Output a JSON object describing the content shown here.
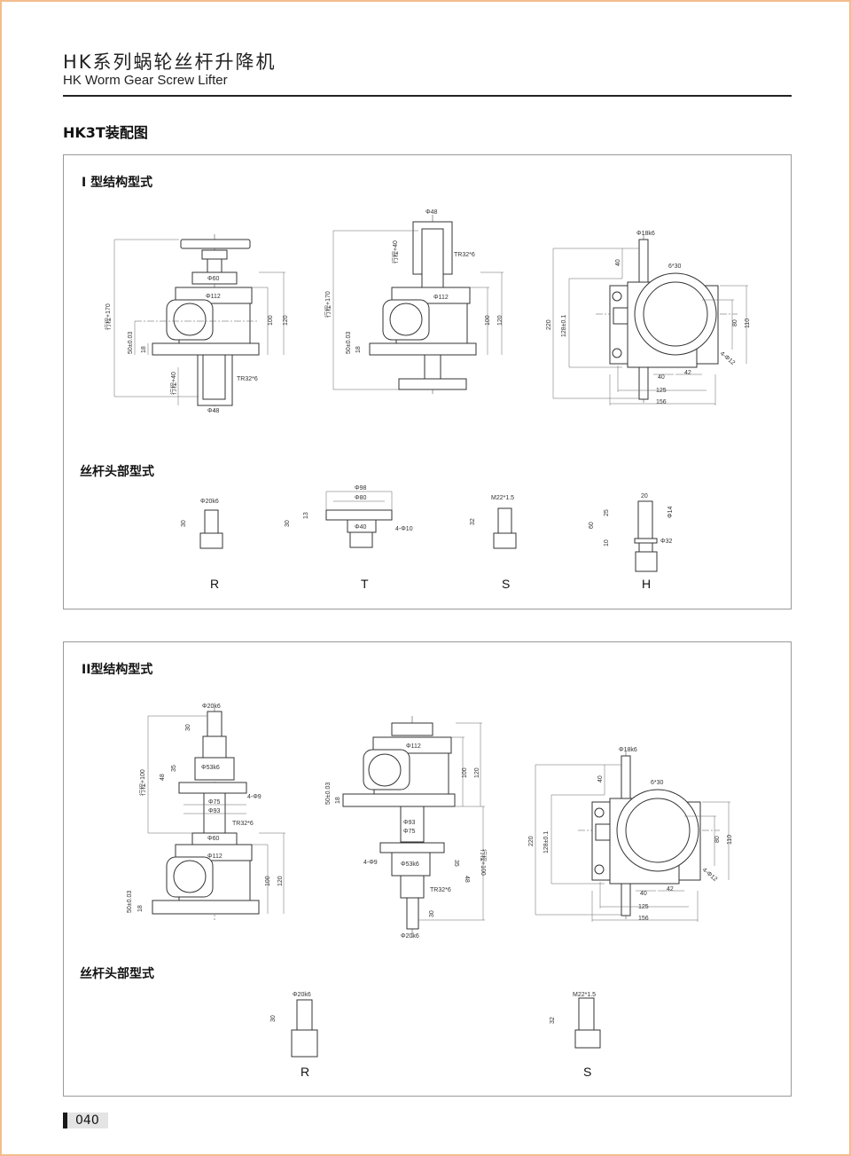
{
  "header": {
    "title_cn": "HK系列蜗轮丝杆升降机",
    "title_en": "HK Worm Gear Screw Lifter"
  },
  "section_title": "HK3T装配图",
  "colors": {
    "page_border": "#f2bd8c",
    "rule": "#222222",
    "panel_border": "#9a9a9a"
  },
  "type1": {
    "title": "I 型结构型式",
    "front_a": {
      "phi60": "Φ60",
      "phi112": "Φ112",
      "stroke170": "行程+170",
      "d50": "50±0.03",
      "d18": "18",
      "d100": "100",
      "d120": "120",
      "stroke40": "行程+40",
      "tr": "TR32*6",
      "phi48": "Φ48"
    },
    "front_b": {
      "phi48": "Φ48",
      "stroke40": "行程+40",
      "tr": "TR32*6",
      "phi112": "Φ112",
      "stroke170": "行程+170",
      "d50": "50±0.03",
      "d18": "18",
      "d100": "100",
      "d120": "120"
    },
    "side": {
      "phi18": "Φ18k6",
      "d40v": "40",
      "key": "6*30",
      "d220": "220",
      "d128": "128±0.1",
      "d80": "80",
      "d110": "110",
      "holes": "4-Φ12",
      "d40": "40",
      "d42": "42",
      "d125": "125",
      "d156": "156"
    },
    "heads_title": "丝杆头部型式",
    "heads": {
      "R": {
        "label": "R",
        "phi": "Φ20k6",
        "h": "30"
      },
      "T": {
        "label": "T",
        "phi98": "Φ98",
        "phi80": "Φ80",
        "h30": "30",
        "h13": "13",
        "phi40": "Φ40",
        "holes": "4-Φ10"
      },
      "S": {
        "label": "S",
        "thread": "M22*1.5",
        "h": "32"
      },
      "H": {
        "label": "H",
        "w20": "20",
        "phi14": "Φ14",
        "h25": "25",
        "h60": "60",
        "h10": "10",
        "phi32": "Φ32"
      }
    }
  },
  "type2": {
    "title": "II型结构型式",
    "front_a": {
      "phi20": "Φ20k6",
      "d30": "30",
      "stroke100": "行程+100",
      "d48": "48",
      "d35": "35",
      "phi53": "Φ53k6",
      "holes": "4-Φ9",
      "phi75": "Φ75",
      "phi93": "Φ93",
      "tr": "TR32*6",
      "phi60": "Φ60",
      "phi112": "Φ112",
      "d50": "50±0.03",
      "d18": "18",
      "d100": "100",
      "d120": "120"
    },
    "front_b": {
      "phi112": "Φ112",
      "d50": "50±0.03",
      "d18": "18",
      "d100": "100",
      "d120": "120",
      "phi93": "Φ93",
      "phi75": "Φ75",
      "holes": "4-Φ9",
      "phi53": "Φ53k6",
      "d48": "48",
      "d35": "35",
      "stroke100": "行程+100",
      "tr": "TR32*6",
      "d30": "30",
      "phi20": "Φ20k6"
    },
    "side": {
      "phi18": "Φ18k6",
      "d40v": "40",
      "key": "6*30",
      "d220": "220",
      "d128": "128±0.1",
      "d80": "80",
      "d110": "110",
      "holes": "4-Φ12",
      "d40": "40",
      "d42": "42",
      "d125": "125",
      "d156": "156"
    },
    "heads_title": "丝杆头部型式",
    "heads": {
      "R": {
        "label": "R",
        "phi": "Φ20k6",
        "h": "30"
      },
      "S": {
        "label": "S",
        "thread": "M22*1.5",
        "h": "32"
      }
    }
  },
  "footer": {
    "page_number": "040"
  }
}
